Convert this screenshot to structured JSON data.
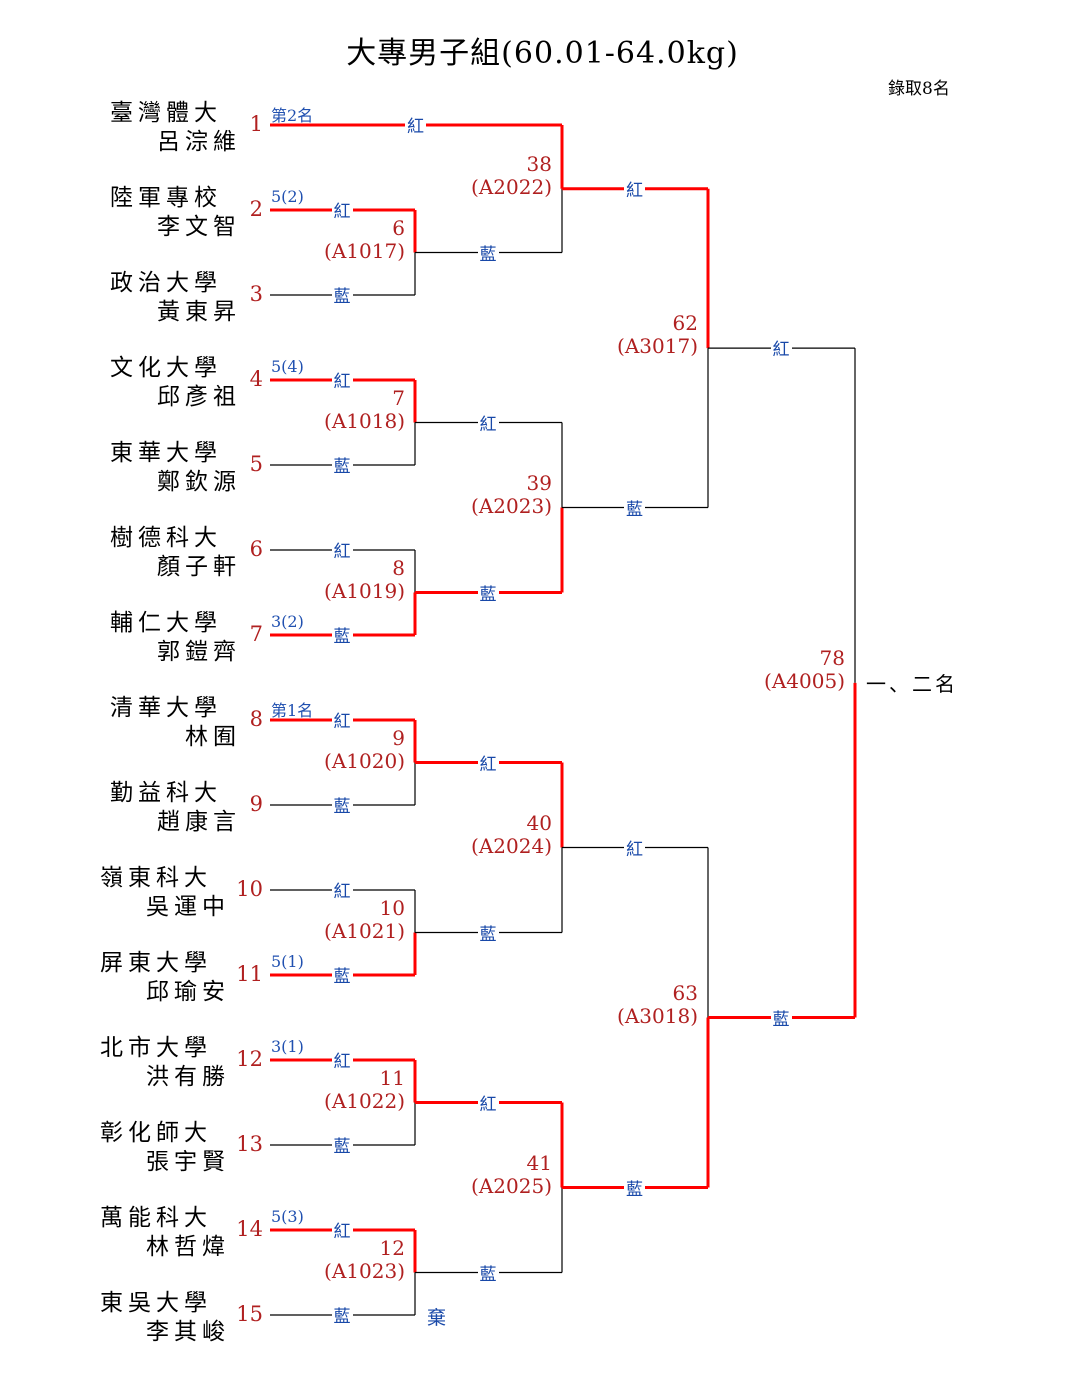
{
  "title": "大專男子組(60.01-64.0kg)",
  "quota": "錄取8名",
  "final_label": "一、二名",
  "corner_labels": {
    "red": "紅",
    "blue": "藍"
  },
  "forfeit": {
    "label": "棄",
    "player": 15
  },
  "colors": {
    "win_line": "#ff0000",
    "lose_line": "#000000",
    "seed": "#b02020",
    "corner": "#1848a8"
  },
  "players": [
    {
      "seed": "1",
      "school": "臺灣體大",
      "name": "呂淙維",
      "note": "第2名"
    },
    {
      "seed": "2",
      "school": "陸軍專校",
      "name": "李文智",
      "note": "5(2)"
    },
    {
      "seed": "3",
      "school": "政治大學",
      "name": "黃東昇",
      "note": ""
    },
    {
      "seed": "4",
      "school": "文化大學",
      "name": "邱彥祖",
      "note": "5(4)"
    },
    {
      "seed": "5",
      "school": "東華大學",
      "name": "鄭欽源",
      "note": ""
    },
    {
      "seed": "6",
      "school": "樹德科大",
      "name": "顏子軒",
      "note": ""
    },
    {
      "seed": "7",
      "school": "輔仁大學",
      "name": "郭鎧齊",
      "note": "3(2)"
    },
    {
      "seed": "8",
      "school": "清華大學",
      "name": "林囿",
      "note": "第1名"
    },
    {
      "seed": "9",
      "school": "勤益科大",
      "name": "趙康言",
      "note": ""
    },
    {
      "seed": "10",
      "school": "嶺東科大",
      "name": "吳運中",
      "note": ""
    },
    {
      "seed": "11",
      "school": "屏東大學",
      "name": "邱瑜安",
      "note": "5(1)"
    },
    {
      "seed": "12",
      "school": "北市大學",
      "name": "洪有勝",
      "note": "3(1)"
    },
    {
      "seed": "13",
      "school": "彰化師大",
      "name": "張宇賢",
      "note": ""
    },
    {
      "seed": "14",
      "school": "萬能科大",
      "name": "林哲煒",
      "note": "5(3)"
    },
    {
      "seed": "15",
      "school": "東吳大學",
      "name": "李其峻",
      "note": ""
    }
  ],
  "matches": [
    {
      "id": "6",
      "code": "(A1017)",
      "round": 1,
      "top": "p2",
      "bottom": "p3",
      "winner": "top"
    },
    {
      "id": "7",
      "code": "(A1018)",
      "round": 1,
      "top": "p4",
      "bottom": "p5",
      "winner": "top"
    },
    {
      "id": "8",
      "code": "(A1019)",
      "round": 1,
      "top": "p6",
      "bottom": "p7",
      "winner": "bottom"
    },
    {
      "id": "9",
      "code": "(A1020)",
      "round": 1,
      "top": "p8",
      "bottom": "p9",
      "winner": "top"
    },
    {
      "id": "10",
      "code": "(A1021)",
      "round": 1,
      "top": "p10",
      "bottom": "p11",
      "winner": "bottom"
    },
    {
      "id": "11",
      "code": "(A1022)",
      "round": 1,
      "top": "p12",
      "bottom": "p13",
      "winner": "top"
    },
    {
      "id": "12",
      "code": "(A1023)",
      "round": 1,
      "top": "p14",
      "bottom": "p15",
      "winner": "top"
    },
    {
      "id": "38",
      "code": "(A2022)",
      "round": 2,
      "top": "p1",
      "bottom": "m6",
      "winner": "top"
    },
    {
      "id": "39",
      "code": "(A2023)",
      "round": 2,
      "top": "m7",
      "bottom": "m8",
      "winner": "bottom"
    },
    {
      "id": "40",
      "code": "(A2024)",
      "round": 2,
      "top": "m9",
      "bottom": "m10",
      "winner": "top"
    },
    {
      "id": "41",
      "code": "(A2025)",
      "round": 2,
      "top": "m11",
      "bottom": "m12",
      "winner": "top"
    },
    {
      "id": "62",
      "code": "(A3017)",
      "round": 3,
      "top": "m38",
      "bottom": "m39",
      "winner": "top"
    },
    {
      "id": "63",
      "code": "(A3018)",
      "round": 3,
      "top": "m40",
      "bottom": "m41",
      "winner": "bottom"
    },
    {
      "id": "78",
      "code": "(A4005)",
      "round": 4,
      "top": "m62",
      "bottom": "m63",
      "winner": "bottom"
    }
  ]
}
